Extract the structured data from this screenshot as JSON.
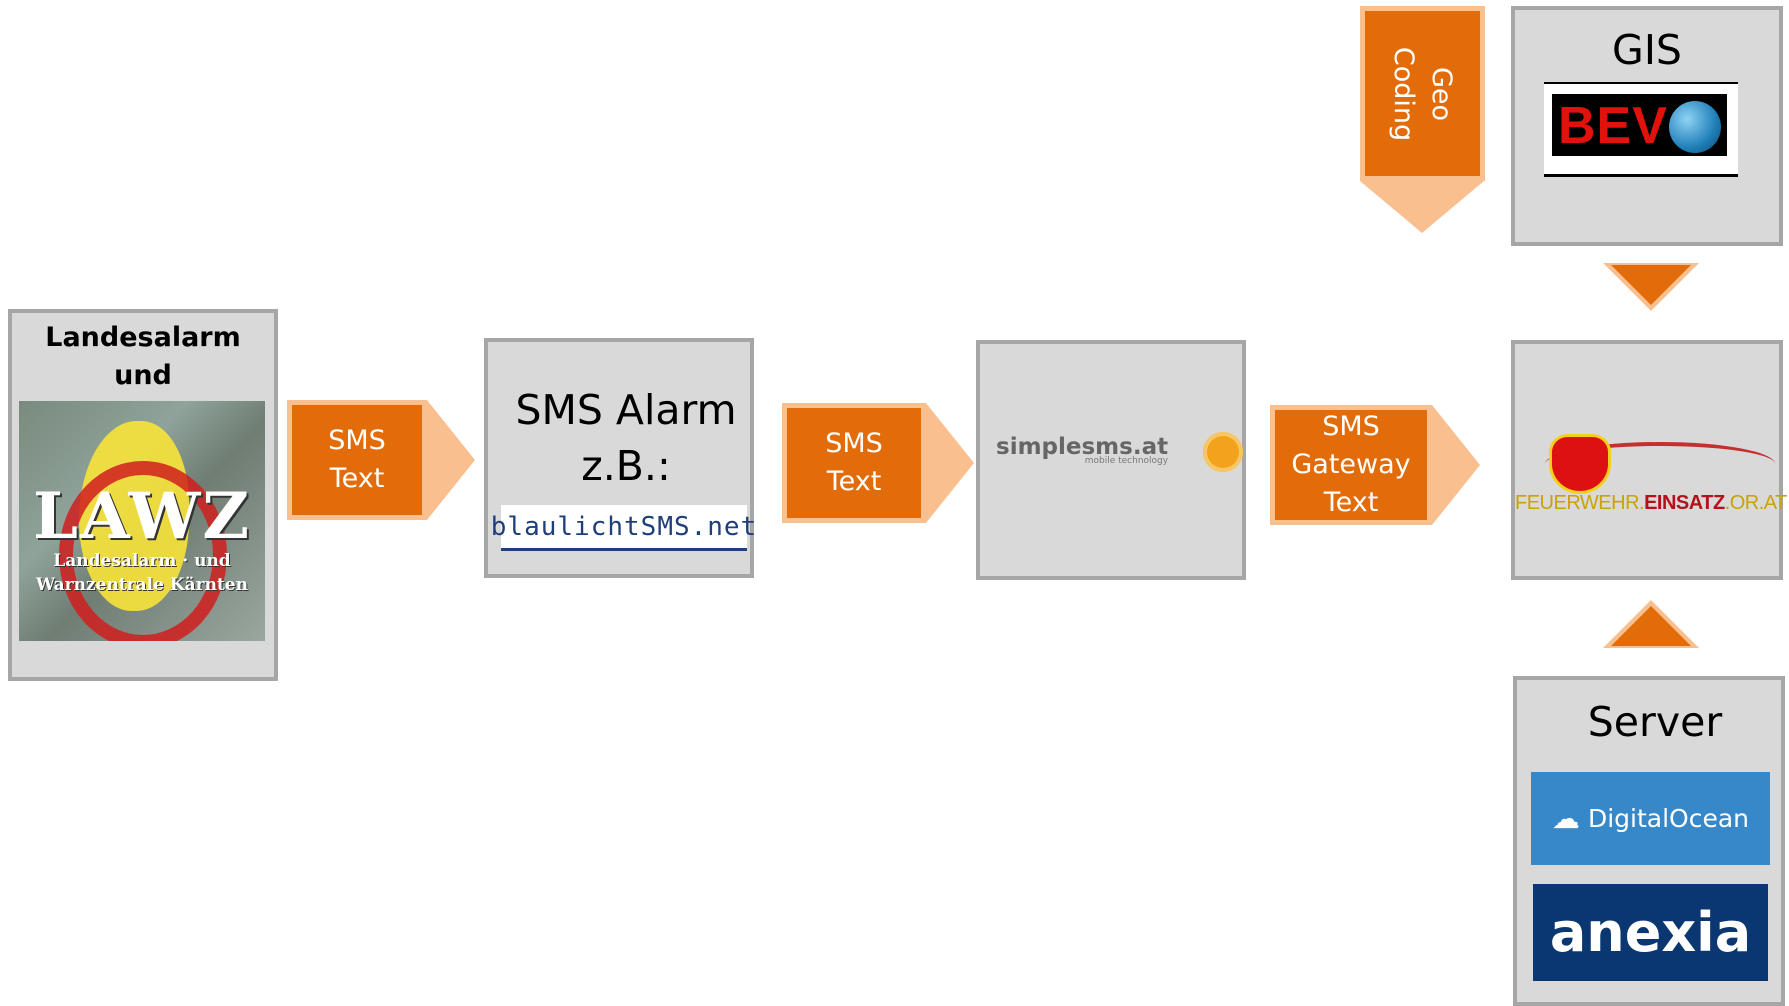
{
  "nodes": {
    "lawz": {
      "title": "Landesalarm\nund Warnzentrale",
      "logo_text": "LAWZ",
      "logo_subtext": "Landesalarm · und\nWarnzentrale Kärnten"
    },
    "sms_alarm": {
      "title": "SMS Alarm\nz.B.:",
      "logo_text": "blaulichtSMS.net"
    },
    "simplesms": {
      "logo_text": "simplesms.at",
      "logo_subtext": "mobile technology"
    },
    "feuerwehr": {
      "logo_text_a": "FEUERWEHR.",
      "logo_text_b": "EINSATZ",
      "logo_text_c": ".OR.AT"
    },
    "gis": {
      "title": "GIS",
      "logo_text": "BEV"
    },
    "server": {
      "title": "Server",
      "logo_1": "DigitalOcean",
      "logo_2": "anexia"
    }
  },
  "arrows": {
    "sms_text_1": "SMS\nText",
    "sms_text_2": "SMS\nText",
    "sms_gateway": "SMS\nGateway\nText",
    "geo_coding": "Geo\nCoding"
  },
  "colors": {
    "arrow_fill": "#e36c0a",
    "arrow_border": "#fabf8f",
    "box_fill": "#d9d9d9",
    "box_border": "#a6a6a6"
  }
}
